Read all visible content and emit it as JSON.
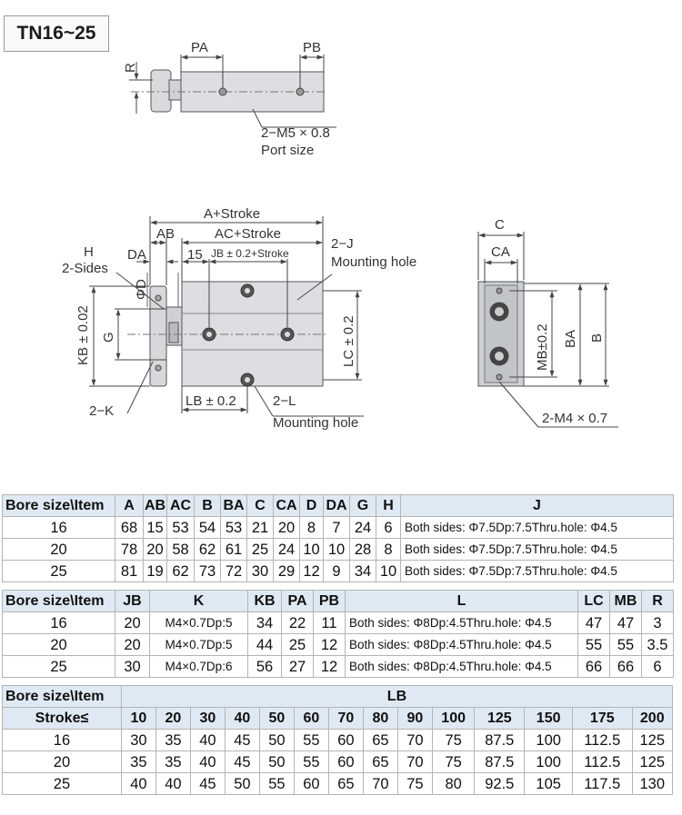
{
  "model_title": "TN16~25",
  "drawing": {
    "top_view": {
      "R": "R",
      "PA": "PA",
      "PB": "PB",
      "port_thread": "2−M5 × 0.8",
      "port_caption": "Port size"
    },
    "side_view": {
      "A_stroke": "A+Stroke",
      "AB": "AB",
      "AC_stroke": "AC+Stroke",
      "DA": "DA",
      "dim_15": "15",
      "JB_note": "JB ± 0.2+Stroke",
      "H": "H",
      "H_sides": "2-Sides",
      "PhiD": "ΦD",
      "J": "2−J",
      "J_caption": "Mounting hole",
      "KB": "KB ± 0.02",
      "G": "G",
      "LC": "LC ± 0.2",
      "K": "2−K",
      "LB": "LB ± 0.2",
      "L": "2−L",
      "L_caption": "Mounting hole"
    },
    "end_view": {
      "C": "C",
      "CA": "CA",
      "MB": "MB±0.2",
      "BA": "BA",
      "B": "B",
      "M4": "2-M4 × 0.7"
    }
  },
  "table1": {
    "headers": [
      "Bore size\\Item",
      "A",
      "AB",
      "AC",
      "B",
      "BA",
      "C",
      "CA",
      "D",
      "DA",
      "G",
      "H",
      "J"
    ],
    "rows": [
      [
        "16",
        "68",
        "15",
        "53",
        "54",
        "53",
        "21",
        "20",
        "8",
        "7",
        "24",
        "6",
        "Both sides: Φ7.5Dp:7.5Thru.hole: Φ4.5"
      ],
      [
        "20",
        "78",
        "20",
        "58",
        "62",
        "61",
        "25",
        "24",
        "10",
        "10",
        "28",
        "8",
        "Both sides: Φ7.5Dp:7.5Thru.hole: Φ4.5"
      ],
      [
        "25",
        "81",
        "19",
        "62",
        "73",
        "72",
        "30",
        "29",
        "12",
        "9",
        "34",
        "10",
        "Both sides: Φ7.5Dp:7.5Thru.hole: Φ4.5"
      ]
    ]
  },
  "table2": {
    "headers": [
      "Bore size\\Item",
      "JB",
      "K",
      "KB",
      "PA",
      "PB",
      "L",
      "LC",
      "MB",
      "R"
    ],
    "rows": [
      [
        "16",
        "20",
        "M4×0.7Dp:5",
        "34",
        "22",
        "11",
        "Both sides: Φ8Dp:4.5Thru.hole: Φ4.5",
        "47",
        "47",
        "3"
      ],
      [
        "20",
        "20",
        "M4×0.7Dp:5",
        "44",
        "25",
        "12",
        "Both sides: Φ8Dp:4.5Thru.hole: Φ4.5",
        "55",
        "55",
        "3.5"
      ],
      [
        "25",
        "30",
        "M4×0.7Dp:6",
        "56",
        "27",
        "12",
        "Both sides: Φ8Dp:4.5Thru.hole: Φ4.5",
        "66",
        "66",
        "6"
      ]
    ]
  },
  "table3": {
    "item_header": "Bore size\\Item",
    "group_header": "LB",
    "stroke_label": "Stroke≤",
    "strokes": [
      "10",
      "20",
      "30",
      "40",
      "50",
      "60",
      "70",
      "80",
      "90",
      "100",
      "125",
      "150",
      "175",
      "200"
    ],
    "rows": [
      [
        "16",
        "30",
        "35",
        "40",
        "45",
        "50",
        "55",
        "60",
        "65",
        "70",
        "75",
        "87.5",
        "100",
        "112.5",
        "125"
      ],
      [
        "20",
        "35",
        "35",
        "40",
        "45",
        "50",
        "55",
        "60",
        "65",
        "70",
        "75",
        "87.5",
        "100",
        "112.5",
        "125"
      ],
      [
        "25",
        "40",
        "40",
        "45",
        "50",
        "55",
        "60",
        "65",
        "70",
        "75",
        "80",
        "92.5",
        "105",
        "117.5",
        "130"
      ]
    ]
  }
}
